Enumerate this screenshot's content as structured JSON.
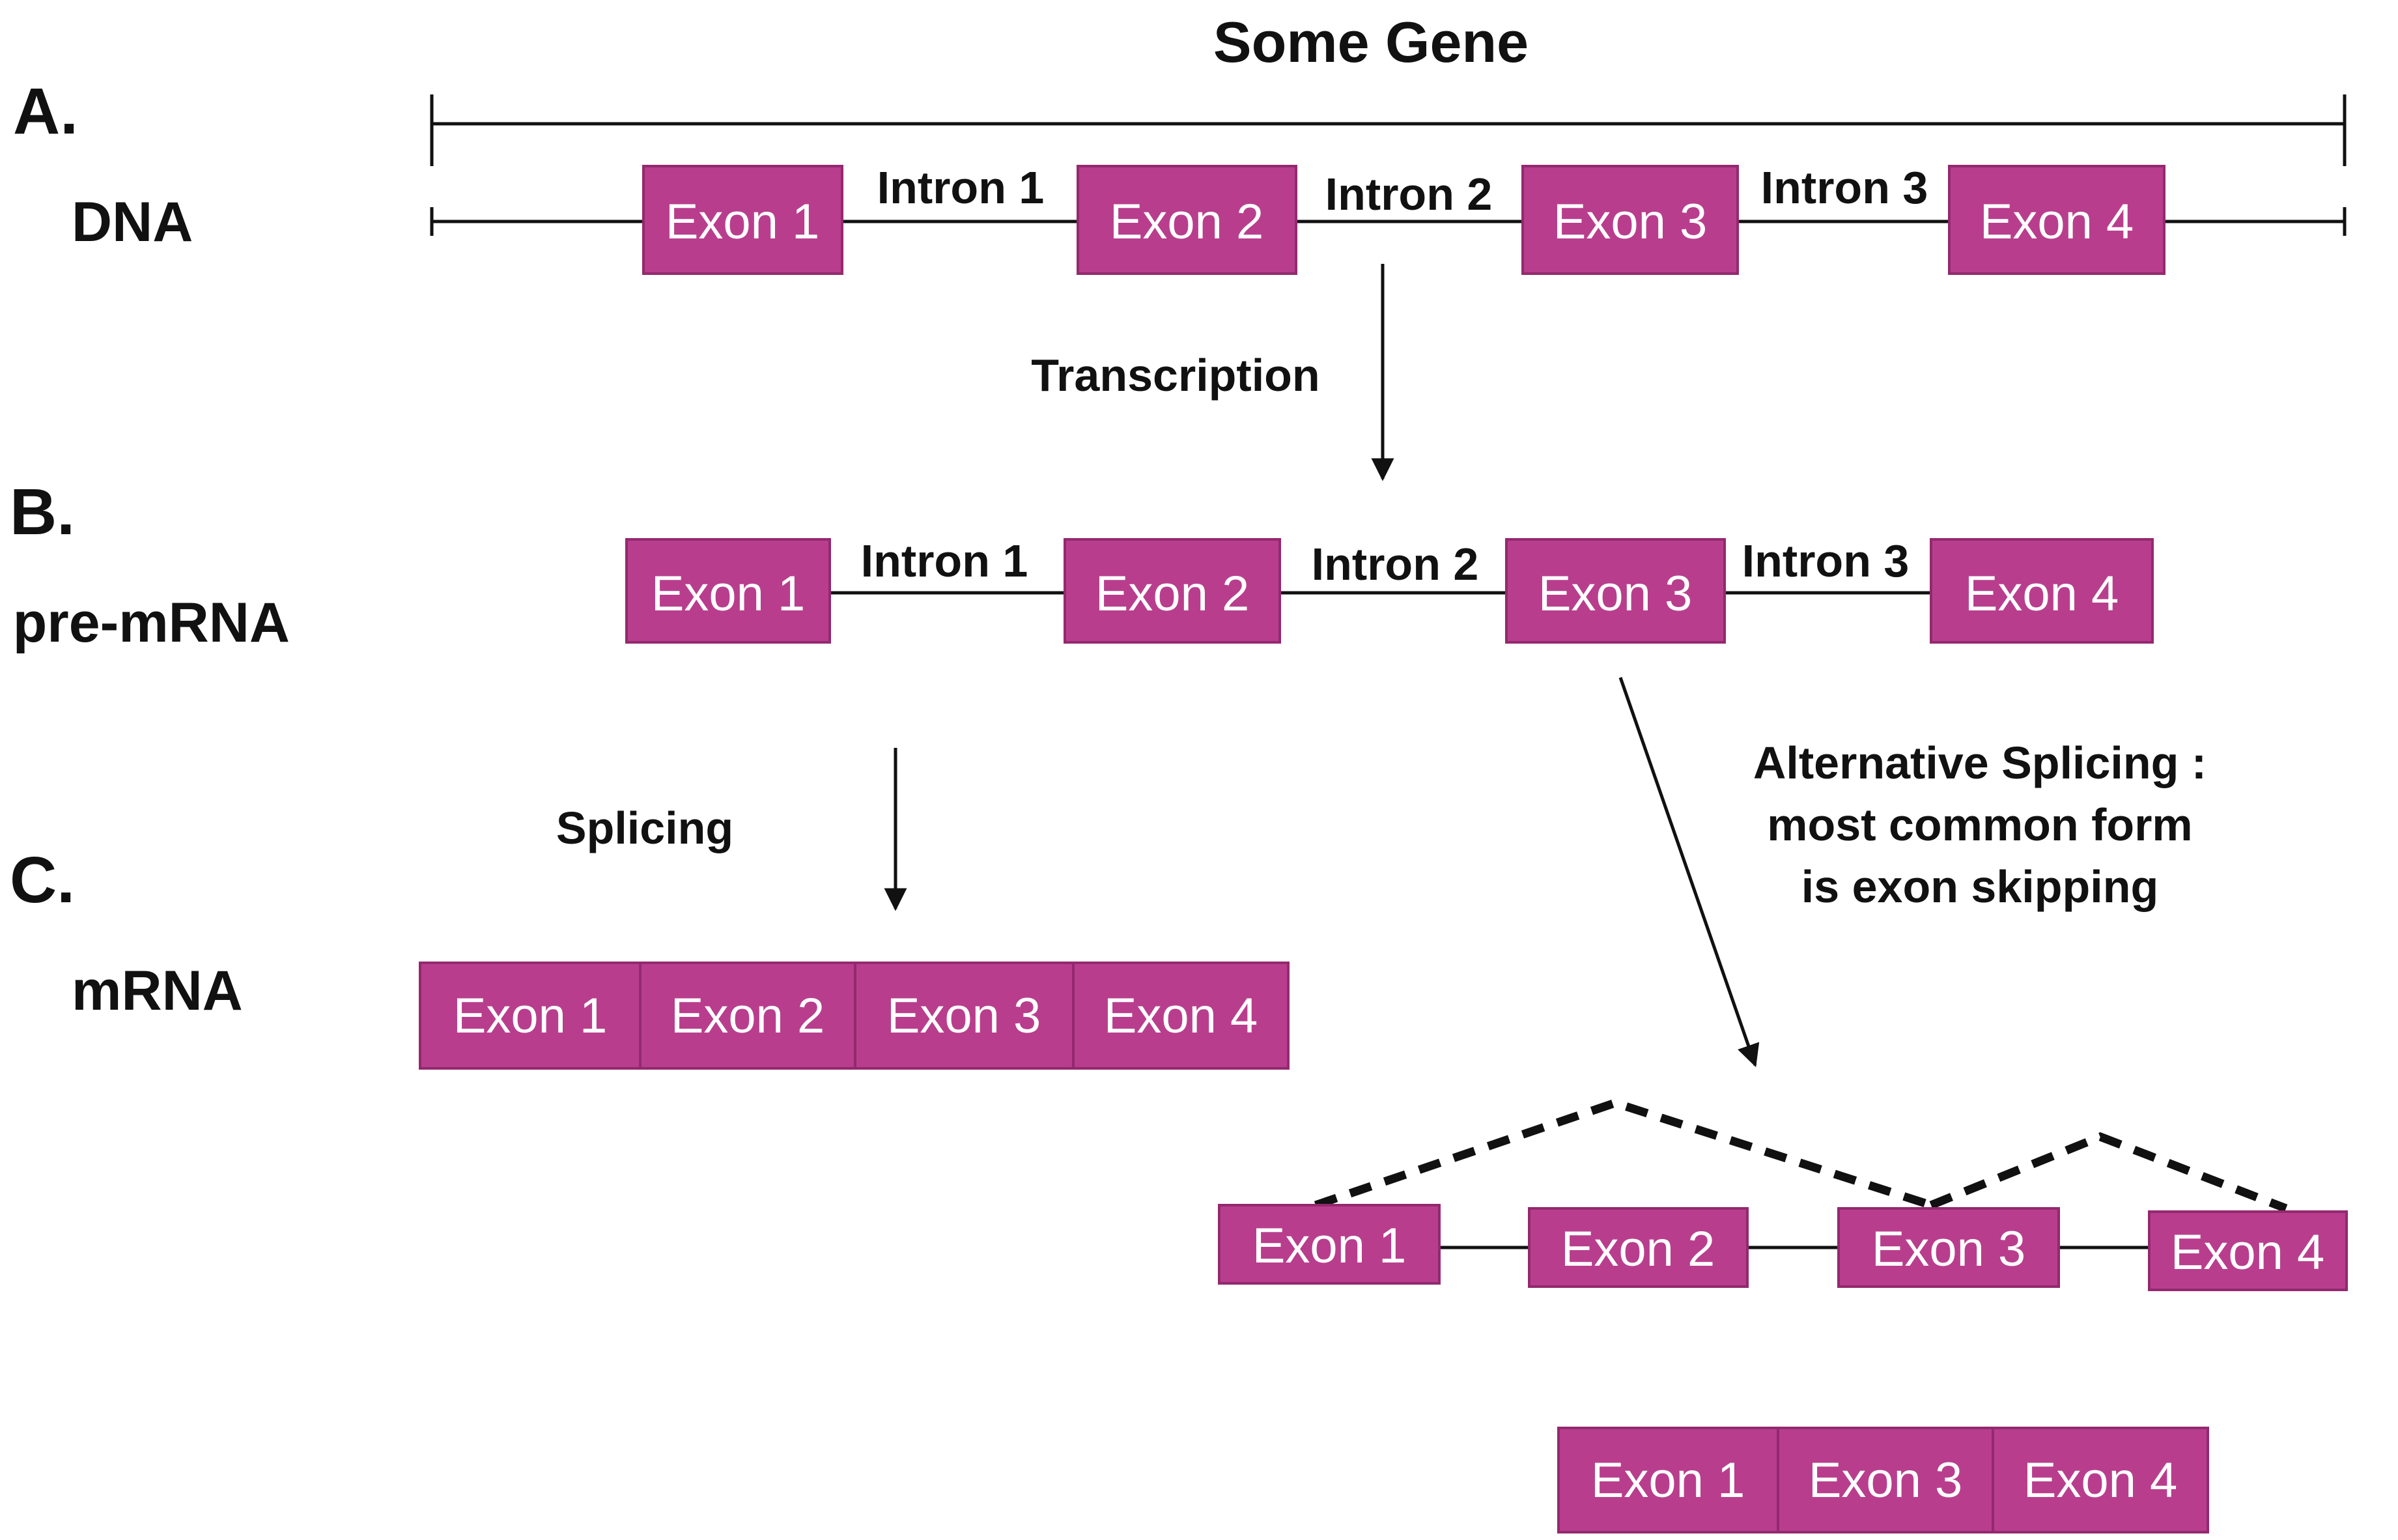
{
  "title": "Some Gene",
  "sections": {
    "a_letter": "A.",
    "a_label": "DNA",
    "b_letter": "B.",
    "b_label": "pre-mRNA",
    "c_letter": "C.",
    "c_label": "mRNA"
  },
  "dna": {
    "exons": [
      "Exon 1",
      "Exon 2",
      "Exon 3",
      "Exon 4"
    ],
    "introns": [
      "Intron 1",
      "Intron 2",
      "Intron 3"
    ]
  },
  "pre_mrna": {
    "exons": [
      "Exon 1",
      "Exon 2",
      "Exon 3",
      "Exon 4"
    ],
    "introns": [
      "Intron 1",
      "Intron 2",
      "Intron 3"
    ]
  },
  "steps": {
    "transcription": "Transcription",
    "splicing": "Splicing",
    "alt_splicing_line1": "Alternative Splicing :",
    "alt_splicing_line2": "most common form",
    "alt_splicing_line3": "is exon skipping"
  },
  "mrna": {
    "exons": [
      "Exon 1",
      "Exon 2",
      "Exon 3",
      "Exon 4"
    ]
  },
  "alt_pre": {
    "exons": [
      "Exon 1",
      "Exon 2",
      "Exon 3",
      "Exon 4"
    ]
  },
  "alt_mrna": {
    "exons": [
      "Exon 1",
      "Exon 3",
      "Exon 4"
    ]
  },
  "colors": {
    "exon_fill": "#b83e8d",
    "exon_border": "#93296f",
    "line": "#111111"
  }
}
